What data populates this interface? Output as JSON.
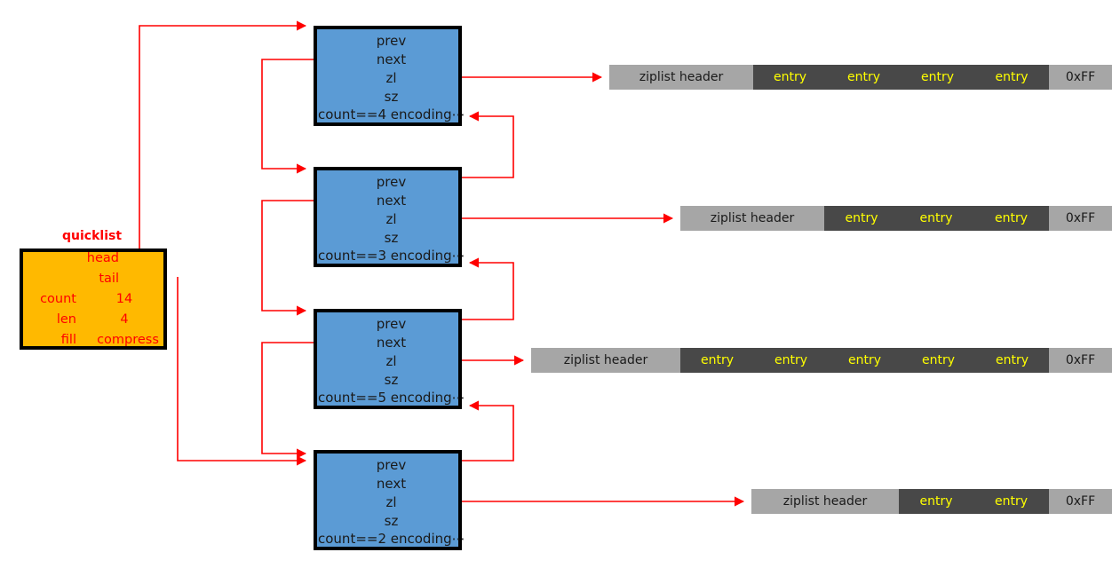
{
  "diagram": {
    "title": "quicklist",
    "accent_red": "#ff0000",
    "node_fill": "#5b9bd5",
    "struct_fill": "#ffb900",
    "ziplist_header_fill": "#a6a6a6",
    "ziplist_entry_fill": "#484848",
    "entry_text_color": "#ffff00"
  },
  "quicklist": {
    "label": "quicklist",
    "pointers": [
      {
        "name": "head"
      },
      {
        "name": "tail"
      }
    ],
    "fields": [
      {
        "key": "count",
        "value": "14"
      },
      {
        "key": "len",
        "value": "4"
      },
      {
        "key": "fill",
        "value": "compress"
      }
    ]
  },
  "nodes": [
    {
      "prev": "prev",
      "next": "next",
      "zl": "zl",
      "sz": "sz",
      "footer": "count==4  encoding⋯"
    },
    {
      "prev": "prev",
      "next": "next",
      "zl": "zl",
      "sz": "sz",
      "footer": "count==3  encoding⋯"
    },
    {
      "prev": "prev",
      "next": "next",
      "zl": "zl",
      "sz": "sz",
      "footer": "count==5  encoding⋯"
    },
    {
      "prev": "prev",
      "next": "next",
      "zl": "zl",
      "sz": "sz",
      "footer": "count==2  encoding⋯"
    }
  ],
  "ziplists": [
    {
      "header": "ziplist header",
      "entries": [
        "entry",
        "entry",
        "entry",
        "entry"
      ],
      "end": "0xFF"
    },
    {
      "header": "ziplist header",
      "entries": [
        "entry",
        "entry",
        "entry"
      ],
      "end": "0xFF"
    },
    {
      "header": "ziplist header",
      "entries": [
        "entry",
        "entry",
        "entry",
        "entry",
        "entry"
      ],
      "end": "0xFF"
    },
    {
      "header": "ziplist header",
      "entries": [
        "entry",
        "entry"
      ],
      "end": "0xFF"
    }
  ]
}
